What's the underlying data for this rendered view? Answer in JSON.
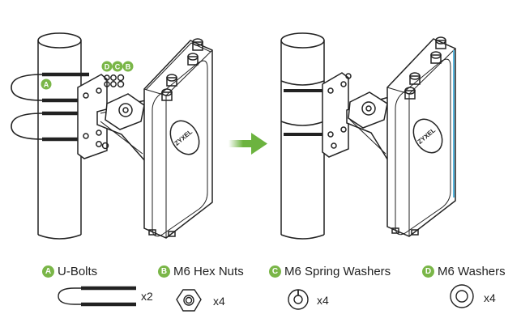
{
  "callouts": {
    "a": "A",
    "b": "B",
    "c": "C",
    "d": "D"
  },
  "logo": "ZYXEL",
  "parts": [
    {
      "letter": "A",
      "name": "U-Bolts",
      "qty": "x2"
    },
    {
      "letter": "B",
      "name": "M6 Hex Nuts",
      "qty": "x4"
    },
    {
      "letter": "C",
      "name": "M6 Spring Washers",
      "qty": "x4"
    },
    {
      "letter": "D",
      "name": "M6 Washers",
      "qty": "x4"
    }
  ],
  "colors": {
    "accent": "#7ab648",
    "line": "#222222",
    "arrow": "#6cb33f",
    "highlight": "#58b8e0"
  }
}
